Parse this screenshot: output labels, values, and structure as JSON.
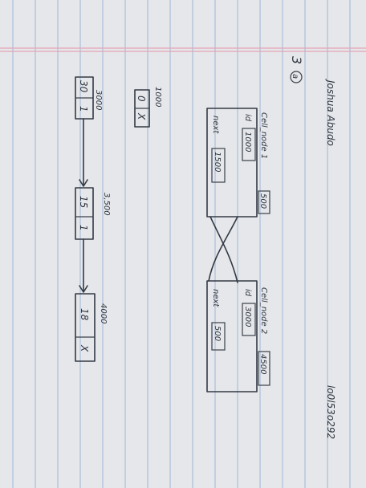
{
  "page": {
    "student_name": "Joshua Abudo",
    "student_id": "lo0l53o292",
    "question_label": "3",
    "part_label": "a"
  },
  "cell_node_1": {
    "title": "Cell_node 1",
    "address": "500",
    "id_label": "id",
    "id_value": "1000",
    "next_label": "next",
    "next_value": "1500"
  },
  "cell_node_2": {
    "title": "Cell_node 2",
    "address": "4500",
    "id_label": "id",
    "id_value": "3000",
    "next_label": "next",
    "next_value": "500"
  },
  "node_1000": {
    "address": "1000",
    "value": "0",
    "link": "X"
  },
  "node_3000": {
    "address": "3000",
    "value": "30",
    "link": "1"
  },
  "node_3500": {
    "address": "3,500",
    "value": "15",
    "link": "1"
  },
  "node_4000": {
    "address": "4000",
    "value": "18",
    "link": "X"
  },
  "colors": {
    "paper": "#e6e7ea",
    "rule_line": "#9fb7d6",
    "margin_line": "#e3a4b4",
    "ink": "#333a44"
  },
  "icons": [
    "hand-drawn-arrow",
    "crossing-pointer-lines"
  ]
}
